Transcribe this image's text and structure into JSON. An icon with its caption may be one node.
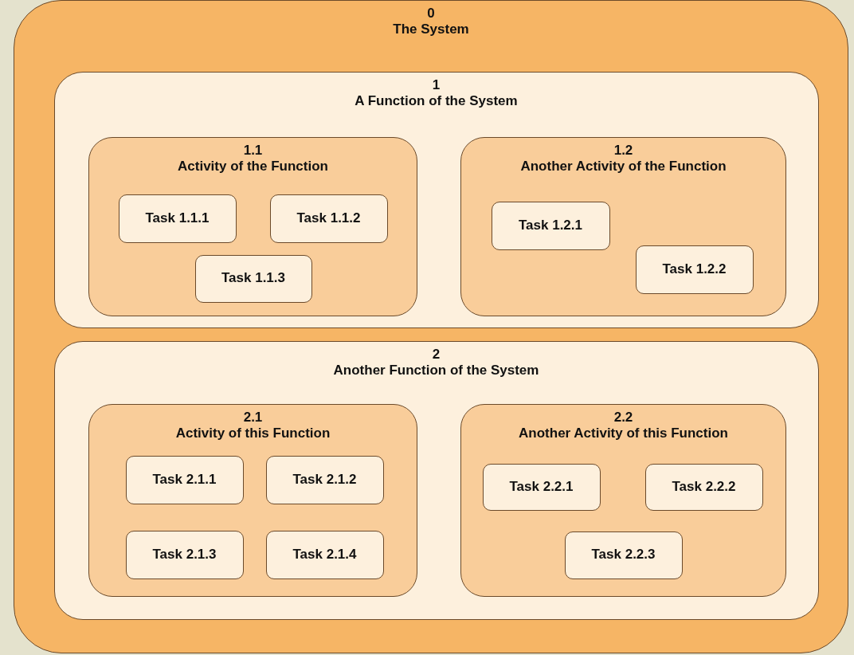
{
  "diagram": {
    "nodes": [
      {
        "text": [
          "0",
          "The System"
        ]
      },
      {
        "text": [
          "1",
          "A Function of the System"
        ],
        "in": 0
      },
      {
        "text": [
          "1.1",
          "Activity of the Function"
        ],
        "in": 1
      },
      {
        "text": [
          "Task 1.1.1"
        ],
        "in": 2
      },
      {
        "text": [
          "Task 1.1.2"
        ],
        "in": 2
      },
      {
        "text": [
          "Task 1.1.3"
        ],
        "in": 2
      },
      {
        "text": [
          "1.2",
          "Another Activity of the Function"
        ],
        "in": 1
      },
      {
        "text": [
          "Task 1.2.1"
        ],
        "in": 6
      },
      {
        "text": [
          "Task 1.2.2"
        ],
        "in": 6
      },
      {
        "text": [
          "2",
          "Another Function of the System"
        ],
        "in": 0
      },
      {
        "text": [
          "2.1",
          "Activity of this Function"
        ],
        "in": 9
      },
      {
        "text": [
          "Task 2.1.1"
        ],
        "in": 10
      },
      {
        "text": [
          "Task 2.1.2"
        ],
        "in": 10
      },
      {
        "text": [
          "Task 2.1.3"
        ],
        "in": 10
      },
      {
        "text": [
          "Task 2.1.4"
        ],
        "in": 10
      },
      {
        "text": [
          "2.2",
          "Another Activity of this Function"
        ],
        "in": 9
      },
      {
        "text": [
          "Task 2.2.1"
        ],
        "in": 15
      },
      {
        "text": [
          "Task 2.2.2"
        ],
        "in": 15
      },
      {
        "text": [
          "Task 2.2.3"
        ],
        "in": 15
      }
    ]
  }
}
